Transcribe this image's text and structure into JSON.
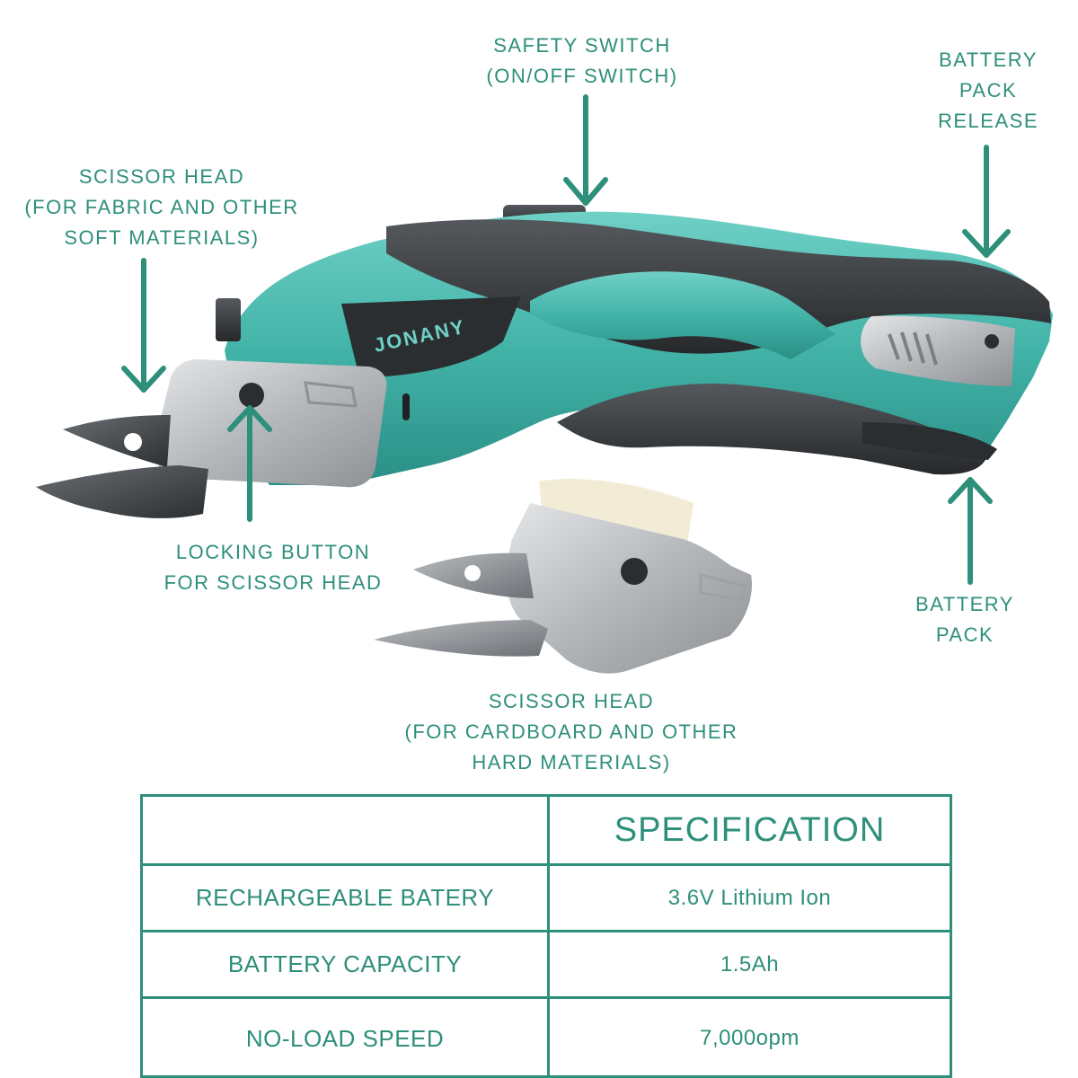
{
  "labels": {
    "safety_switch": [
      "SAFETY SWITCH",
      "(ON/OFF SWITCH)"
    ],
    "battery_release": [
      "BATTERY",
      "PACK",
      "RELEASE"
    ],
    "scissor_head_soft": [
      "SCISSOR HEAD",
      "(FOR FABRIC AND OTHER",
      "SOFT MATERIALS)"
    ],
    "locking_button": [
      "LOCKING BUTTON",
      "FOR SCISSOR HEAD"
    ],
    "battery_pack": [
      "BATTERY",
      "PACK"
    ],
    "scissor_head_hard": [
      "SCISSOR HEAD",
      "(FOR CARDBOARD AND OTHER",
      "HARD MATERIALS)"
    ]
  },
  "brand": "JONANY",
  "table": {
    "header_left": "",
    "header_right": "SPECIFICATION",
    "rows": [
      {
        "name": "RECHARGEABLE BATERY",
        "value": "3.6V Lithium Ion"
      },
      {
        "name": "BATTERY CAPACITY",
        "value": "1.5Ah"
      },
      {
        "name": "NO-LOAD SPEED",
        "value": "7,000opm"
      }
    ]
  },
  "colors": {
    "accent": "#2e8f7b",
    "body_teal": "#45b6ac",
    "grip_dark": "#3a3d40",
    "metal": "#b9bcbf"
  }
}
